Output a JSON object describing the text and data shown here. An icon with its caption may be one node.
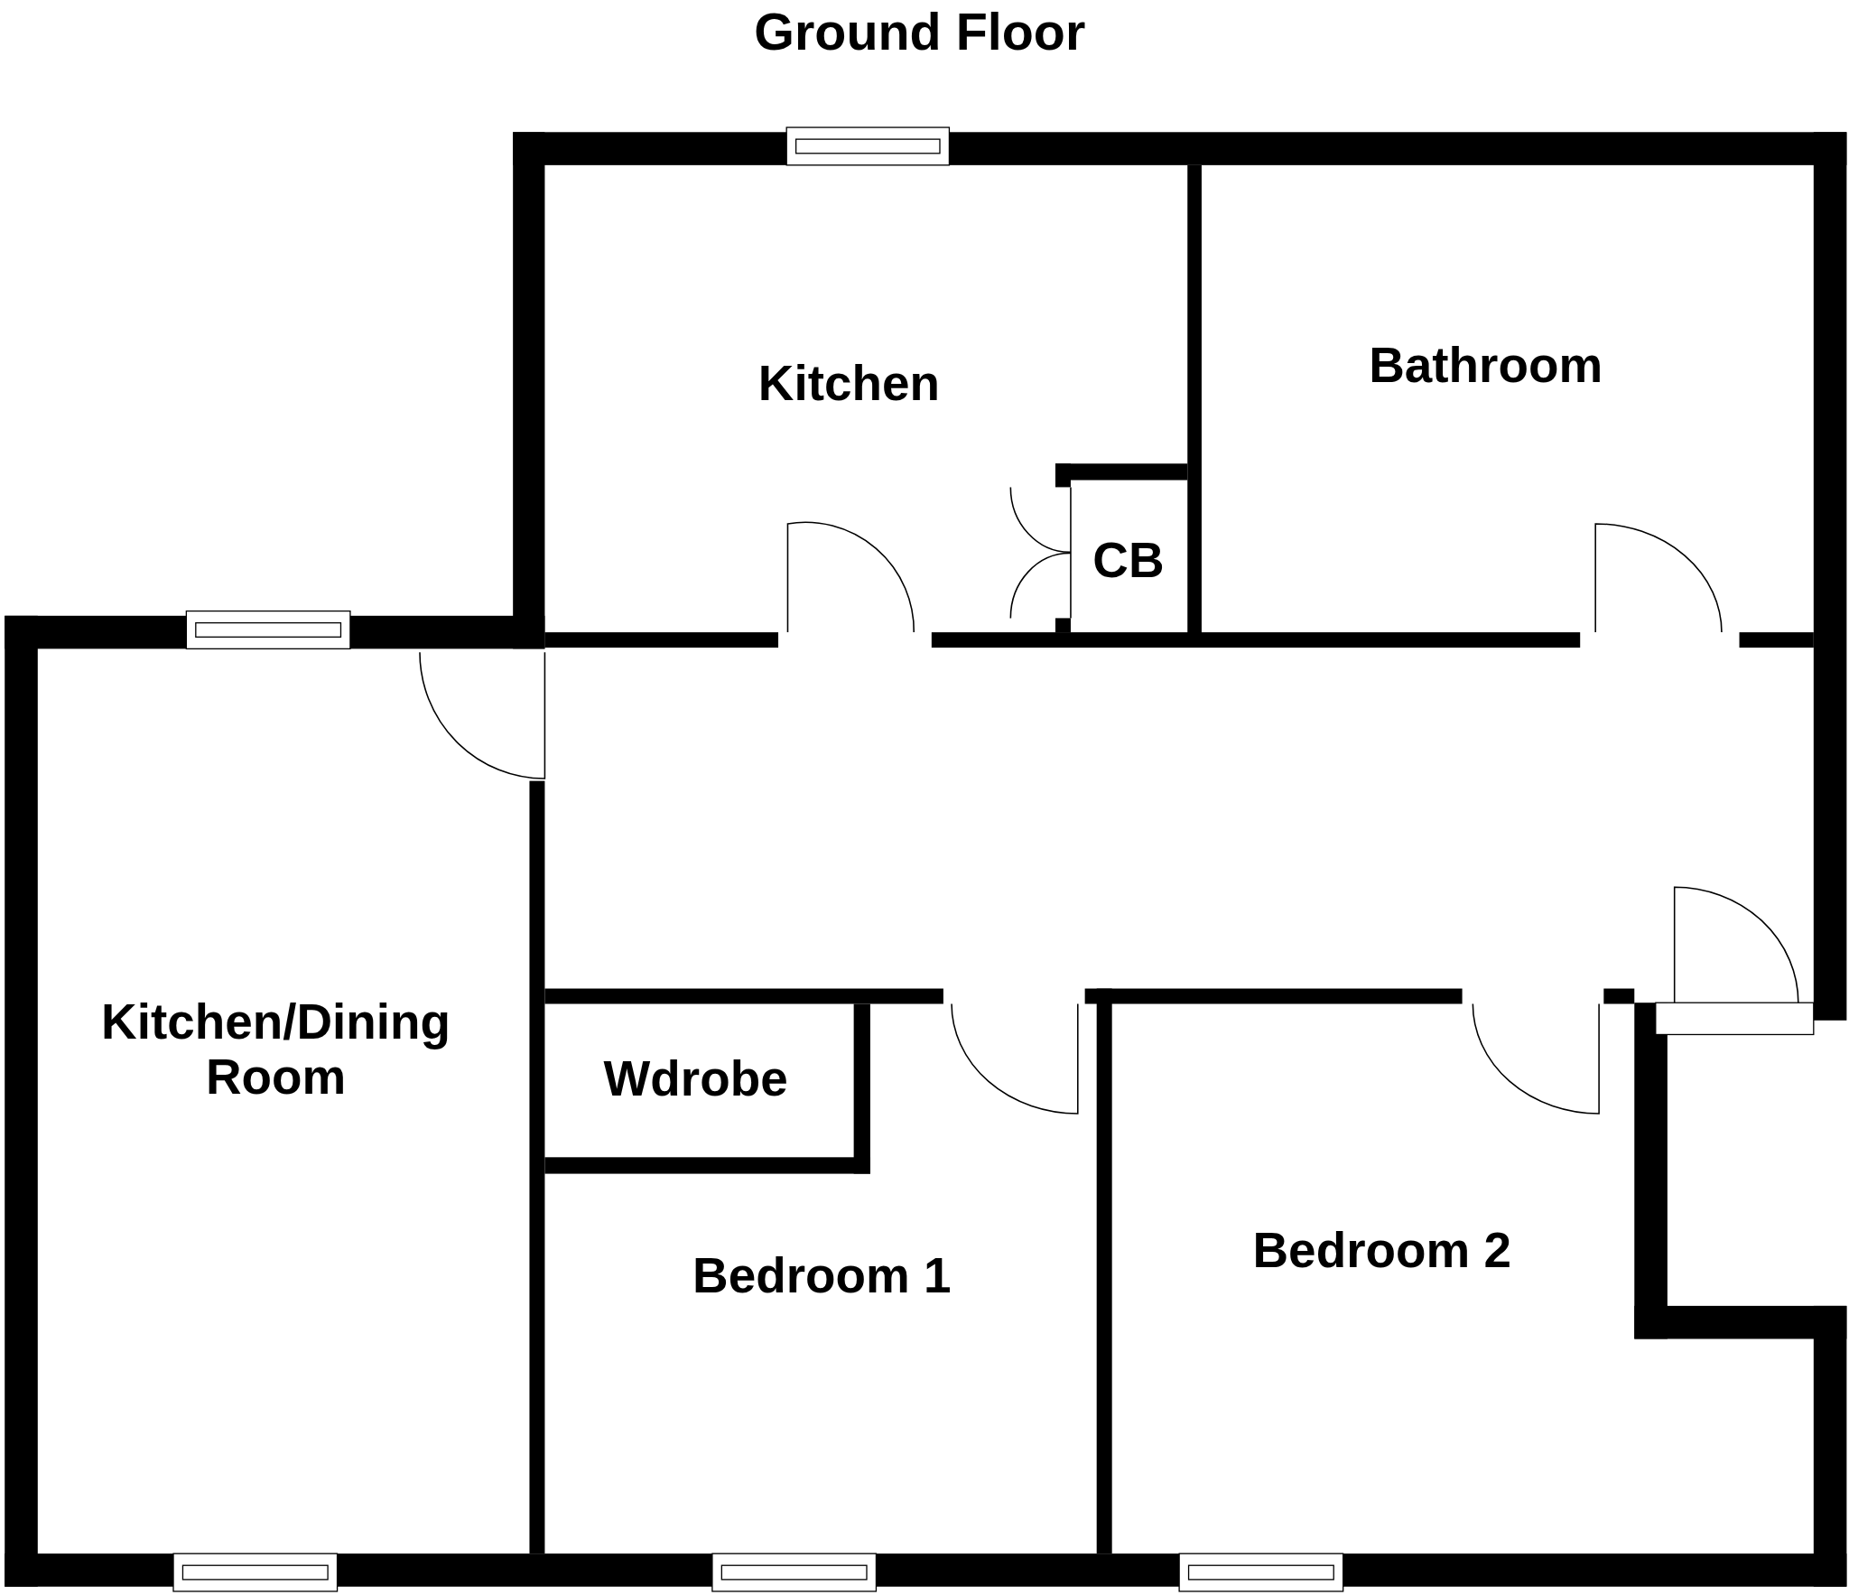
{
  "diagram": {
    "title": "Ground Floor",
    "nodes": [
      {
        "text": [
          "Kitchen"
        ]
      },
      {
        "text": [
          "Bathroom"
        ]
      },
      {
        "text": [
          "CB"
        ]
      },
      {
        "text": [
          "Kitchen/Dining Room"
        ]
      },
      {
        "text": [
          "Wdrobe"
        ]
      },
      {
        "text": [
          "Bedroom 1"
        ]
      },
      {
        "text": [
          "Bedroom 2"
        ]
      }
    ]
  }
}
